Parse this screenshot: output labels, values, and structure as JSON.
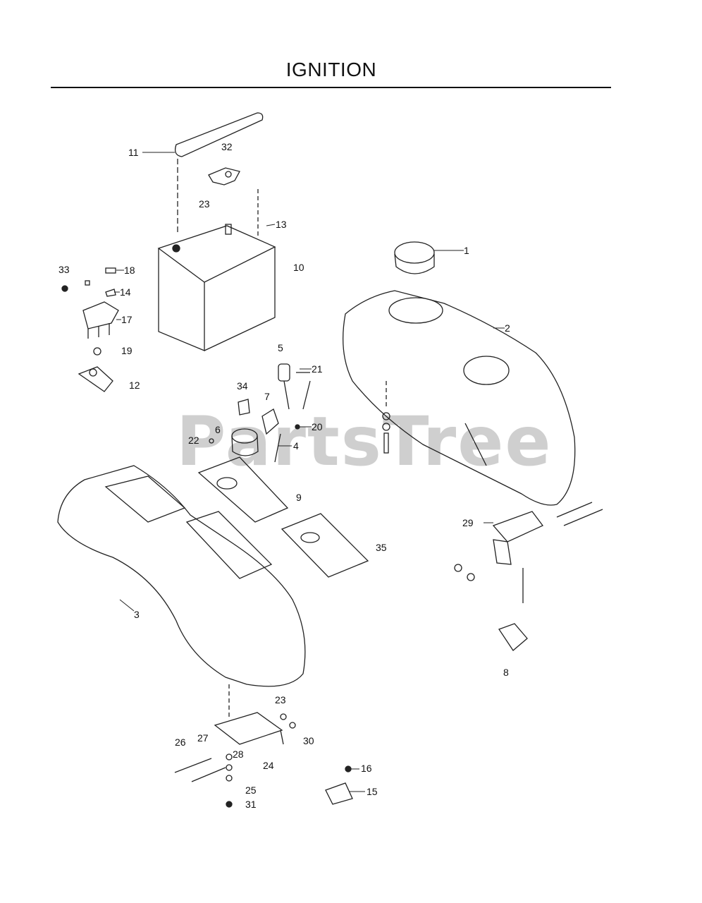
{
  "title": "IGNITION",
  "watermark": "PartsTree",
  "callouts": [
    "1",
    "2",
    "3",
    "4",
    "5",
    "6",
    "7",
    "8",
    "9",
    "10",
    "11",
    "12",
    "13",
    "14",
    "15",
    "16",
    "17",
    "18",
    "19",
    "20",
    "21",
    "22",
    "23",
    "23",
    "24",
    "25",
    "26",
    "27",
    "28",
    "29",
    "30",
    "31",
    "32",
    "33",
    "34",
    "35"
  ]
}
